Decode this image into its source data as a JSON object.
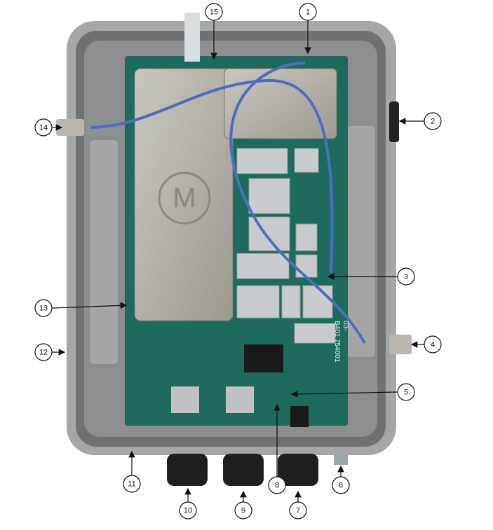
{
  "photo": {
    "subject": "enclosure-interior",
    "pcb_markings": [
      "B401",
      "754001",
      "03-"
    ],
    "logo": "M"
  },
  "colors": {
    "enclosure": "#9a9c9e",
    "pcb": "#1e6a5c",
    "shield": "#b7b3aa",
    "cable": "#4a6fc0",
    "callout_stroke": "#111111"
  },
  "callouts": [
    {
      "label": "1"
    },
    {
      "label": "2"
    },
    {
      "label": "3"
    },
    {
      "label": "4"
    },
    {
      "label": "5"
    },
    {
      "label": "6"
    },
    {
      "label": "7"
    },
    {
      "label": "8"
    },
    {
      "label": "9"
    },
    {
      "label": "10"
    },
    {
      "label": "11"
    },
    {
      "label": "12"
    },
    {
      "label": "13"
    },
    {
      "label": "14"
    },
    {
      "label": "15"
    }
  ]
}
